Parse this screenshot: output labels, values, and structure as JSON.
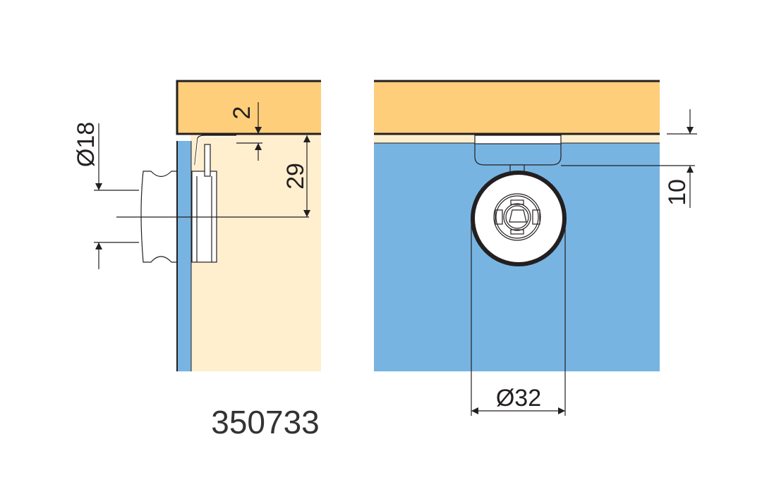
{
  "product_code": "350733",
  "dimensions": {
    "knob_diameter": "Ø18",
    "gap": "2",
    "center_height": "29",
    "offset": "10",
    "lock_diameter": "Ø32"
  },
  "colors": {
    "wood": "#FFCE7B",
    "cabinet_interior": "#FFEFCF",
    "glass": "#78B4E2",
    "line": "#231F20"
  }
}
